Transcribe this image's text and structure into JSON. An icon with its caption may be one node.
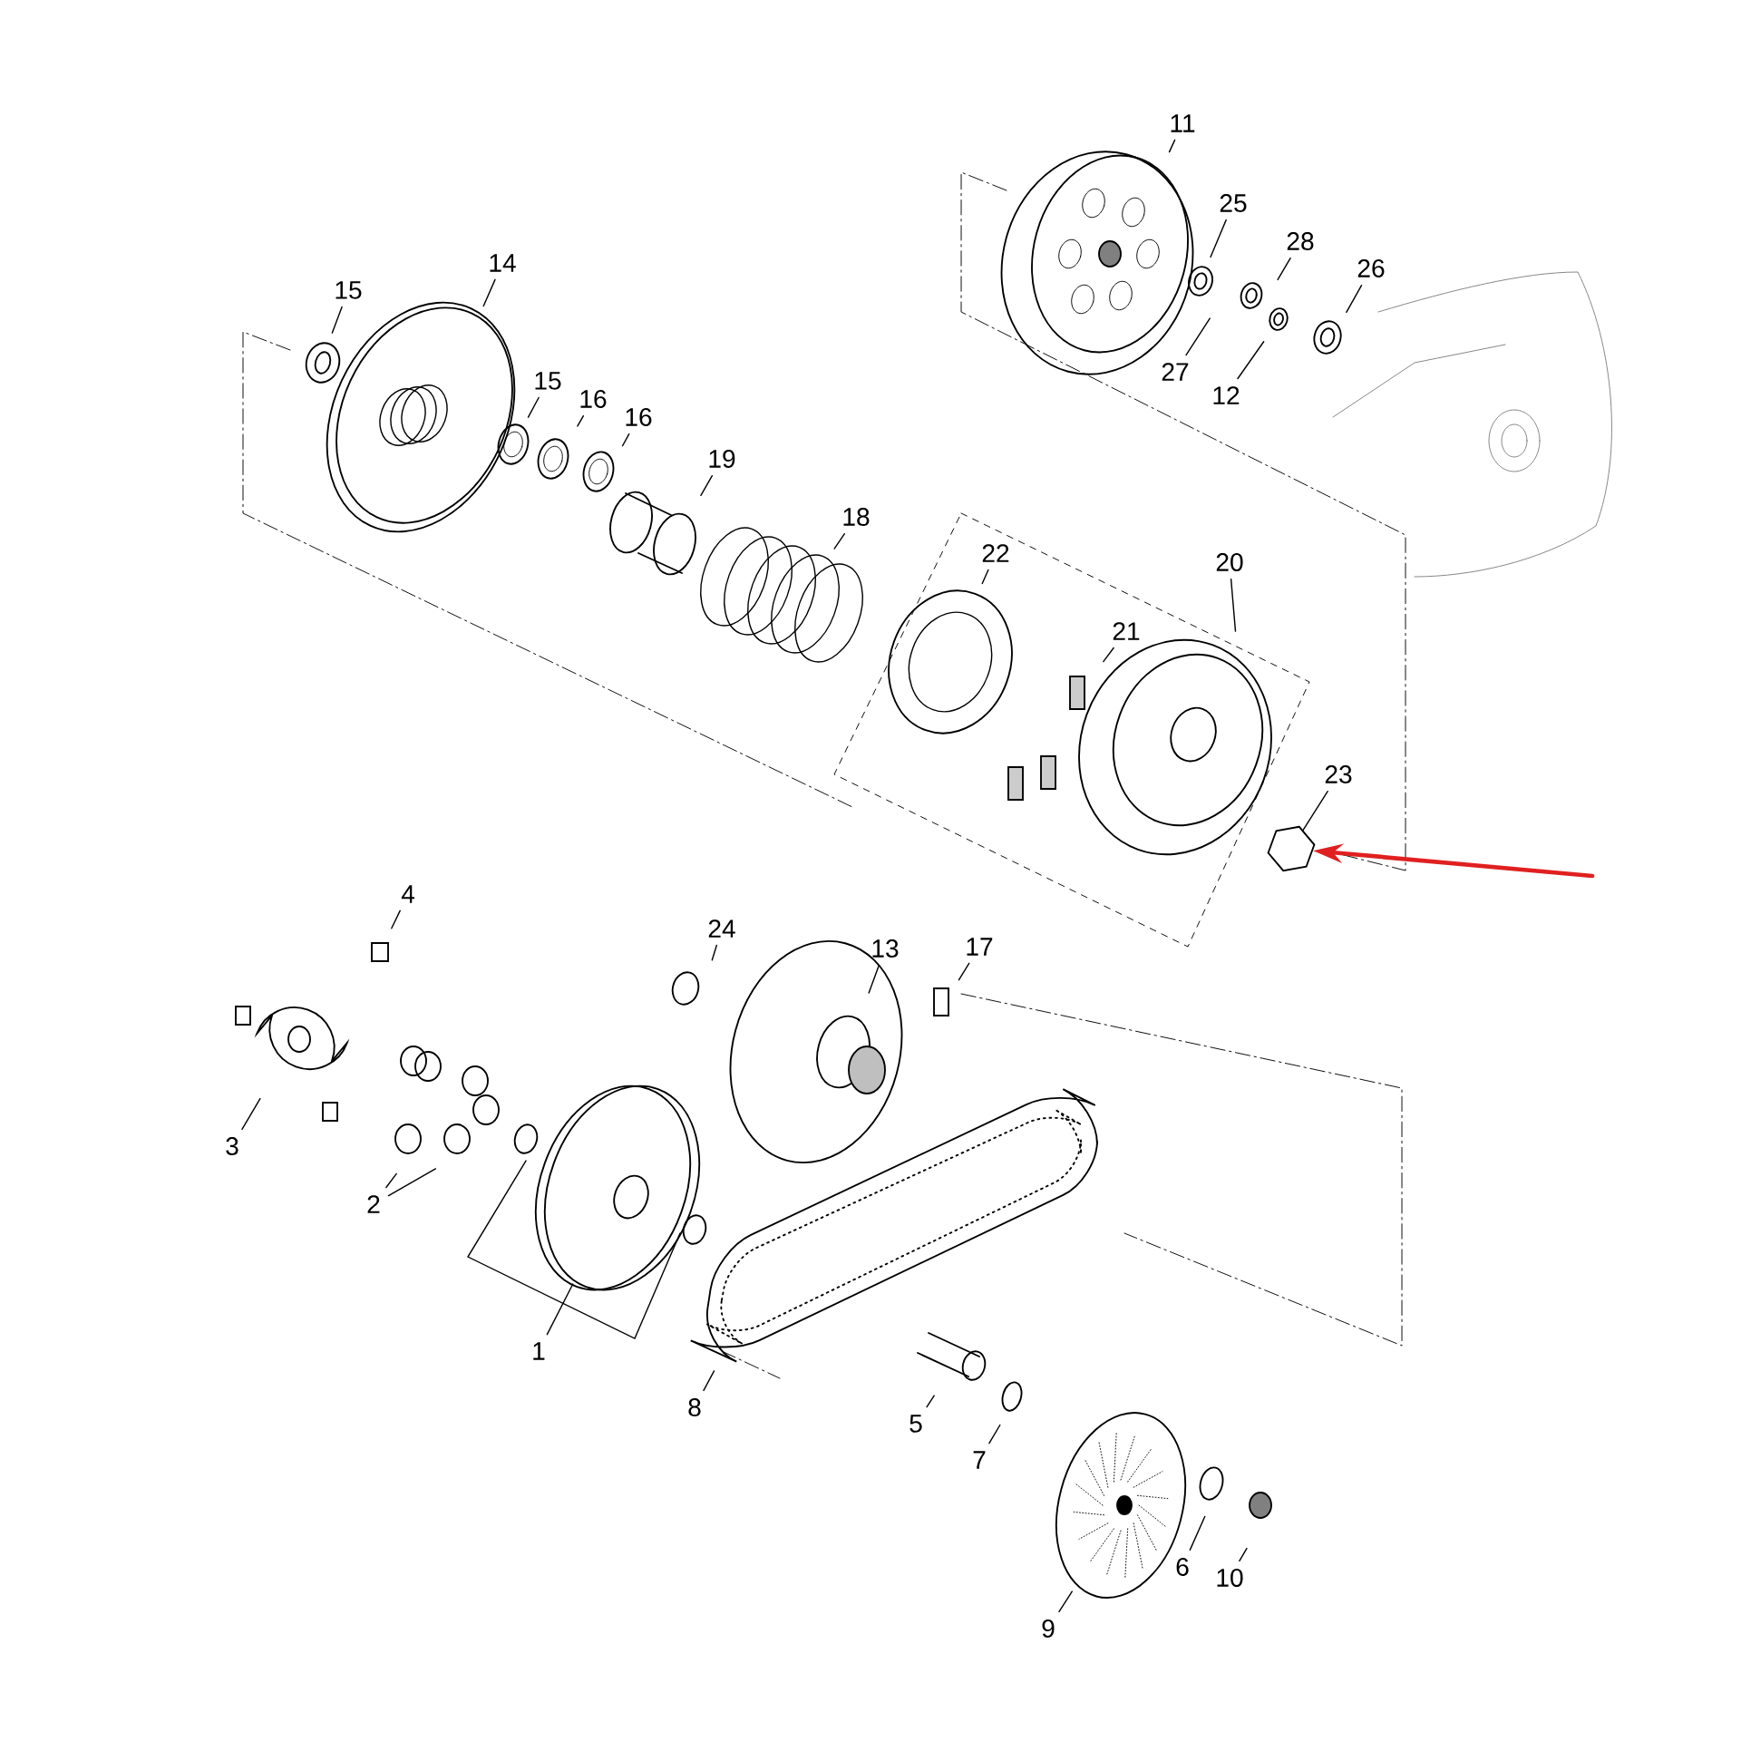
{
  "diagram": {
    "nodes": [
      {
        "text": [
          "11"
        ]
      },
      {
        "text": [
          "15"
        ]
      },
      {
        "text": [
          "14"
        ]
      },
      {
        "text": [
          "25"
        ]
      },
      {
        "text": [
          "28"
        ]
      },
      {
        "text": [
          "26"
        ]
      },
      {
        "text": [
          "27"
        ]
      },
      {
        "text": [
          "12"
        ]
      },
      {
        "text": [
          "15"
        ]
      },
      {
        "text": [
          "16"
        ]
      },
      {
        "text": [
          "16"
        ]
      },
      {
        "text": [
          "19"
        ]
      },
      {
        "text": [
          "18"
        ]
      },
      {
        "text": [
          "22"
        ]
      },
      {
        "text": [
          "20"
        ]
      },
      {
        "text": [
          "21"
        ]
      },
      {
        "text": [
          "23"
        ]
      },
      {
        "text": [
          "4"
        ]
      },
      {
        "text": [
          "24"
        ]
      },
      {
        "text": [
          "13"
        ]
      },
      {
        "text": [
          "17"
        ]
      },
      {
        "text": [
          "3"
        ]
      },
      {
        "text": [
          "2"
        ]
      },
      {
        "text": [
          "1"
        ]
      },
      {
        "text": [
          "8"
        ]
      },
      {
        "text": [
          "5"
        ]
      },
      {
        "text": [
          "7"
        ]
      },
      {
        "text": [
          "9"
        ]
      },
      {
        "text": [
          "6"
        ]
      },
      {
        "text": [
          "10"
        ]
      },
      {
        "text": [],
        "shape": "picture"
      }
    ],
    "edges": [
      {
        "from": 0,
        "to": null,
        "arrow": "none"
      },
      {
        "from": 1,
        "to": null,
        "arrow": "none"
      },
      {
        "from": 2,
        "to": null,
        "arrow": "none"
      },
      {
        "from": 3,
        "to": null,
        "arrow": "none"
      },
      {
        "from": 4,
        "to": null,
        "arrow": "none"
      },
      {
        "from": 5,
        "to": null,
        "arrow": "none"
      },
      {
        "from": 6,
        "to": null,
        "arrow": "none"
      },
      {
        "from": 7,
        "to": null,
        "arrow": "none"
      },
      {
        "from": 8,
        "to": null,
        "arrow": "none"
      },
      {
        "from": 9,
        "to": null,
        "arrow": "none"
      },
      {
        "from": 10,
        "to": null,
        "arrow": "none"
      },
      {
        "from": 11,
        "to": null,
        "arrow": "none"
      },
      {
        "from": 12,
        "to": null,
        "arrow": "none"
      },
      {
        "from": 13,
        "to": null,
        "arrow": "none"
      },
      {
        "from": 14,
        "to": null,
        "arrow": "none"
      },
      {
        "from": 15,
        "to": null,
        "arrow": "none"
      },
      {
        "from": 16,
        "to": 30,
        "arrow": "none"
      },
      {
        "from": 17,
        "to": null,
        "arrow": "none"
      },
      {
        "from": 18,
        "to": null,
        "arrow": "none"
      },
      {
        "from": 19,
        "to": null,
        "arrow": "none"
      },
      {
        "from": 20,
        "to": null,
        "arrow": "none"
      },
      {
        "from": 21,
        "to": null,
        "arrow": "none"
      },
      {
        "from": 22,
        "to": null,
        "arrow": "none"
      },
      {
        "from": 22,
        "to": null,
        "arrow": "none"
      },
      {
        "from": 23,
        "to": null,
        "arrow": "none"
      },
      {
        "from": 24,
        "to": null,
        "arrow": "none"
      },
      {
        "from": 25,
        "to": null,
        "arrow": "none"
      },
      {
        "from": 26,
        "to": null,
        "arrow": "none"
      },
      {
        "from": 27,
        "to": null,
        "arrow": "none"
      },
      {
        "from": 28,
        "to": null,
        "arrow": "none"
      },
      {
        "from": 29,
        "to": null,
        "arrow": "none"
      },
      {
        "from": null,
        "to": 30,
        "arrow": "to",
        "style": "thick",
        "color": "#e02020"
      }
    ]
  }
}
